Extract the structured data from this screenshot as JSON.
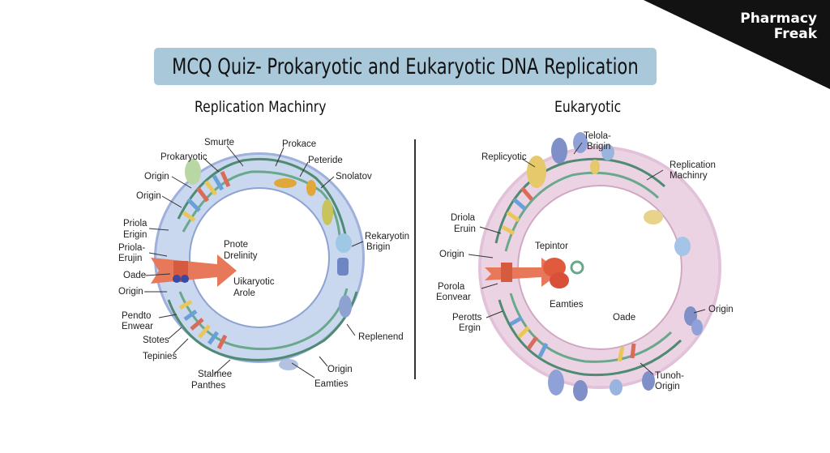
{
  "brand": {
    "line1": "Pharmacy",
    "line2": "Freak"
  },
  "title": "MCQ Quiz- Prokaryotic and Eukaryotic DNA Replication",
  "left_panel": {
    "heading": "Replication Machinry",
    "labels": {
      "smurte": "Smurte",
      "prokace": "Prokace",
      "prokaryotic": "Prokaryotic",
      "peteride": "Peteride",
      "origin_top": "Origin",
      "snolatov": "Snolatov",
      "origin_mid": "Origin",
      "priola": "Priola",
      "erigin": "Erigin",
      "priola2": "Priola-",
      "erujin": "Erujin",
      "oade": "Oade",
      "origin_low": "Origin",
      "pendto": "Pendto",
      "enwear": "Enwear",
      "stotes": "Stotes",
      "tepinies": "Tepinies",
      "stalmee": "Stalmee",
      "panthes": "Panthes",
      "eamties": "Eamties",
      "origin_br": "Origin",
      "replenend": "Replenend",
      "rekaryotin": "Rekaryotin",
      "brigin": "Brigin",
      "pnote": "Pnote",
      "drelinity": "Drelinity",
      "uikaryotic": "Uikaryotic",
      "arole": "Arole"
    }
  },
  "right_panel": {
    "heading": "Eukaryotic",
    "labels": {
      "telola": "Telola-",
      "brigin": "Brigin",
      "replicyotic": "Replicyotic",
      "replication": "Replication",
      "machinry": "Machinry",
      "driola": "Driola",
      "eruin": "Eruin",
      "origin_left": "Origin",
      "repintor": "Tepintor",
      "porola": "Porola",
      "eonvear": "Eonvear",
      "perotts": "Perotts",
      "ergin": "Ergin",
      "eamties": "Eamties",
      "oade": "Oade",
      "origin_right": "Origin",
      "tunoh": "Tunoh-",
      "origin_low": "Origin"
    }
  },
  "colors": {
    "left_ring_outer": "#9fb0dc",
    "left_ring_inner": "#cfdff0",
    "right_ring_outer": "#e9cbe0",
    "right_ring_inner": "#f3dde9",
    "title_bar": "#a9c8da",
    "arrow": "#e8785a"
  }
}
